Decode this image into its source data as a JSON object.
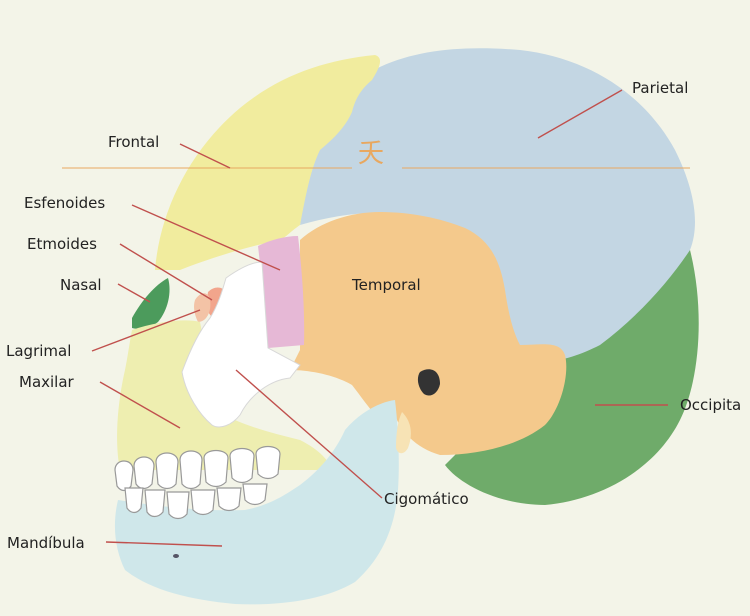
{
  "labels": {
    "frontal": "Frontal",
    "parietal": "Parietal",
    "esfenoides": "Esfenoides",
    "etmoides": "Etmoides",
    "nasal": "Nasal",
    "lagrimal": "Lagrimal",
    "maxilar": "Maxilar",
    "temporal": "Temporal",
    "occipital": "Occipita",
    "cigomatico": "Cigomático",
    "mandibula": "Mandíbula"
  },
  "watermark": "夭",
  "colors": {
    "background": "#f3f4e8",
    "frontal": "#f1ec9e",
    "parietal": "#c3d6e3",
    "temporal": "#f4c98c",
    "occipital": "#6fab6a",
    "sphenoid": "#e6b8d6",
    "ethmoid": "#f2a58c",
    "nasal": "#4c9b5c",
    "lacrimal": "#f3c3a6",
    "maxilla": "#eeeeb0",
    "zygomatic": "#ffffff",
    "mandible": "#cfe7ea",
    "leader": "#c0504d",
    "guide": "#e8a860"
  }
}
